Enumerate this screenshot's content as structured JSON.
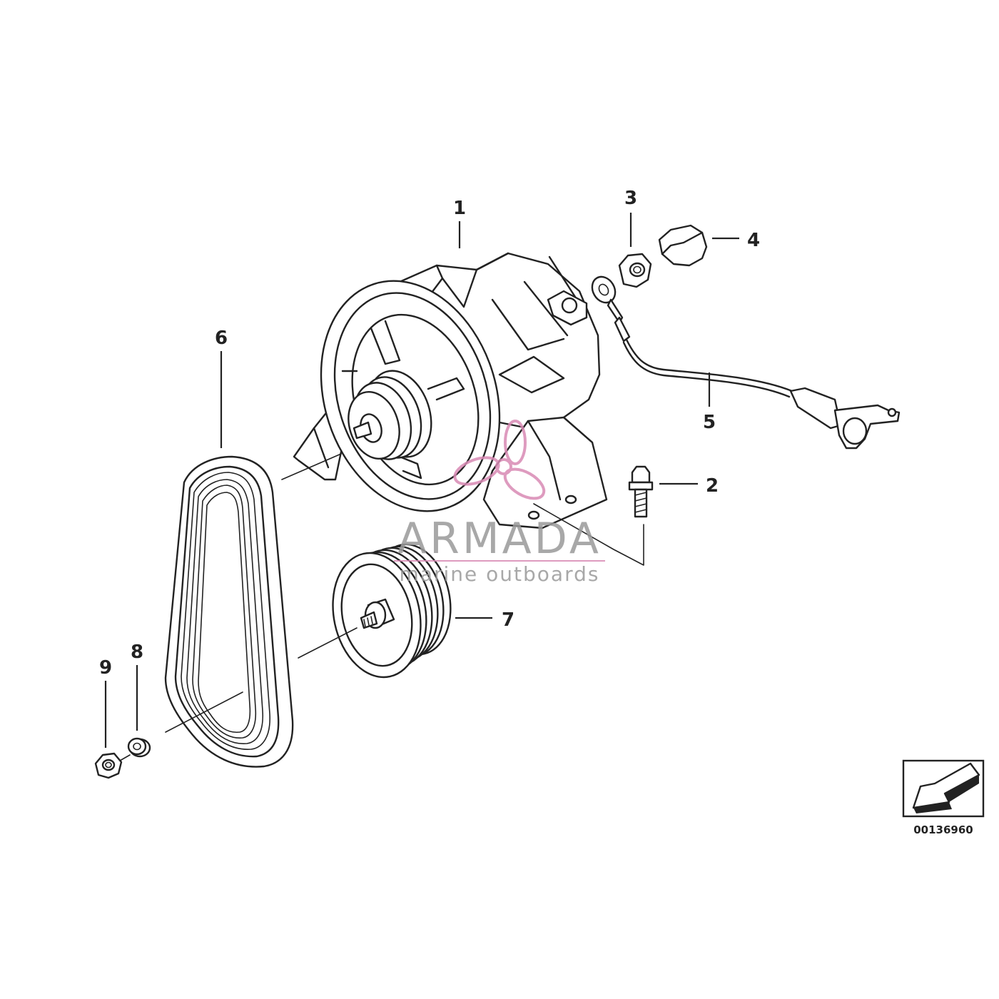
{
  "diagram": {
    "callouts": [
      "1",
      "2",
      "3",
      "4",
      "5",
      "6",
      "7",
      "8",
      "9"
    ],
    "diagram_id": "00136960"
  },
  "watermark": {
    "brand": "ARMADA",
    "tagline": "marine outboards",
    "logo_color": "#d98ab4",
    "text_color": "#9a9a9a"
  },
  "icons": {
    "direction": "front-direction-arrow-icon"
  }
}
